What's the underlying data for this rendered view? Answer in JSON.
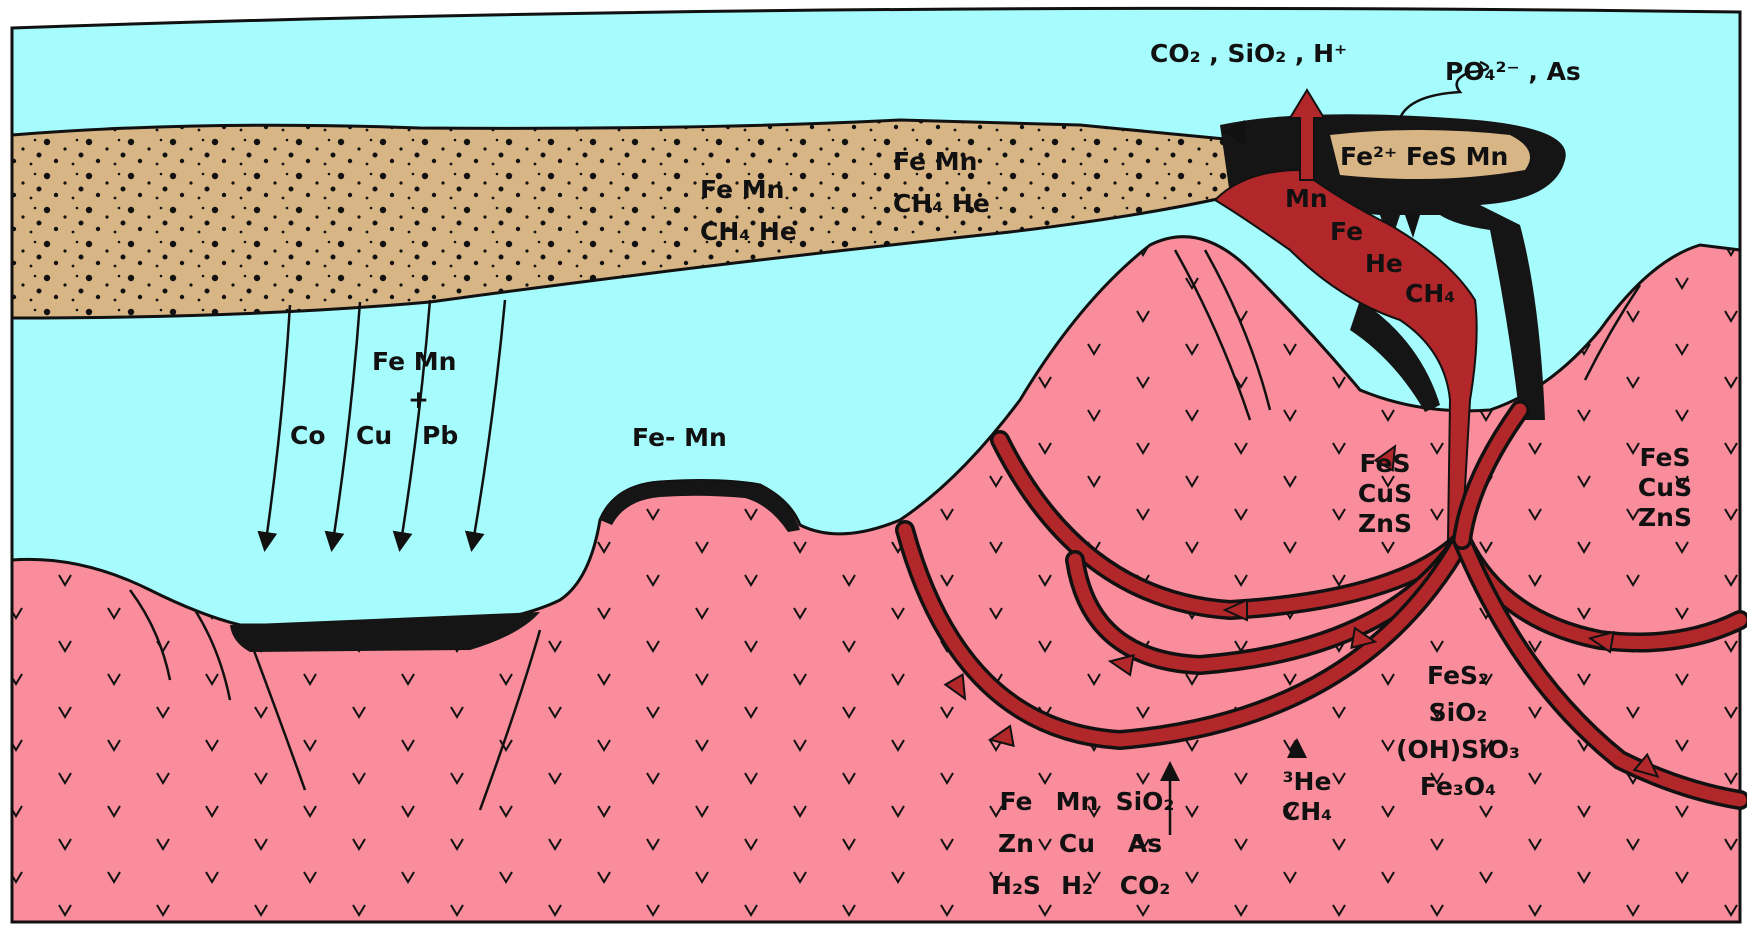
{
  "colors": {
    "sea": "#a6fbfd",
    "sediment": "#d8b585",
    "crust": "#f98d9b",
    "hydrothermal_fluid": "#b1272a",
    "sulfide_deposit": "#151515",
    "outline": "#111111"
  },
  "icons": [
    "arrow-down-icon",
    "arrow-up-icon",
    "volcanic-v-pattern",
    "sediment-dot-pattern"
  ],
  "labels": {
    "vent_gases": "CO₂ , SiO₂ , H⁺",
    "phosphate": "PO₄²⁻ , As",
    "mound_minerals": "Fe²⁺ FeS  Mn",
    "plume_1": "Mn",
    "plume_2": "Fe",
    "plume_3": "He",
    "plume_4": "CH₄",
    "sediment_1a": "Fe    Mn",
    "sediment_1b": "CH₄  He",
    "sediment_2a": "Fe    Mn",
    "sediment_2b": "CH₄  He",
    "fallout_1": "Fe  Mn",
    "fallout_plus": "+",
    "fallout_co": "Co",
    "fallout_cu": "Cu",
    "fallout_pb": "Pb",
    "crust_femn": "Fe- Mn",
    "sulfides_1": [
      "FeS",
      "CuS",
      "ZnS"
    ],
    "sulfides_2": [
      "FeS",
      "CuS",
      "ZnS"
    ],
    "deep_minerals": [
      "FeS₂",
      "SiO₂",
      "(OH)SiO₃",
      "Fe₃O₄"
    ],
    "helium": [
      "³He",
      "CH₄"
    ],
    "leached_rows": [
      [
        "Fe",
        "Mn",
        "SiO₂"
      ],
      [
        "Zn",
        "Cu",
        "As"
      ],
      [
        "H₂S",
        "H₂",
        "CO₂"
      ]
    ]
  }
}
